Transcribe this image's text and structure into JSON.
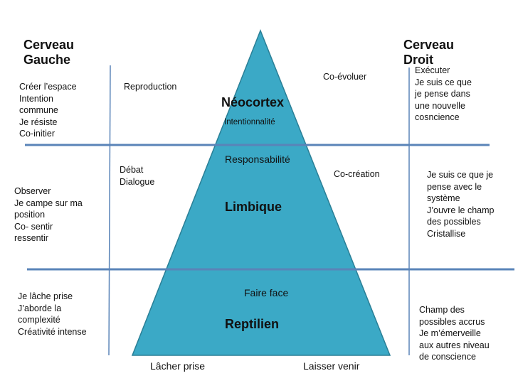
{
  "headings": {
    "left": "Cerveau\nGauche",
    "right": "Cerveau\nDroit"
  },
  "levels": {
    "neocortex": "Néocortex",
    "limbique": "Limbique",
    "reptilien": "Reptilien"
  },
  "inside": {
    "intentionnalite": "Intentionnalité",
    "responsabilite": "Responsabilité",
    "faire_face": "Faire face"
  },
  "bottom": {
    "lacher_prise": "Lâcher prise",
    "laisser_venir": "Laisser venir"
  },
  "left_column": {
    "top": "Créer l’espace\nIntention\ncommune\nJe résiste\nCo-initier",
    "middle": "Observer\nJe campe sur ma\nposition\nCo- sentir\nressentir",
    "bottom": "Je lâche prise\nJ’aborde la\ncomplexité\nCréativité intense"
  },
  "left_inner": {
    "top": "Reproduction",
    "middle": "Débat\nDialogue"
  },
  "right_inner": {
    "top": "Co-évoluer",
    "middle": "Co-création"
  },
  "right_column": {
    "top": "Exécuter\nJe suis ce que\nje pense dans\nune nouvelle\ncosncience",
    "middle": "Je suis ce que je\npense avec le\nsystème\nJ’ouvre le champ\ndes possibles\nCristallise",
    "bottom": "Champ des\npossibles accrus\nJe m’émerveille\naux autres niveau\nde conscience"
  },
  "colors": {
    "pyramid_fill": "#3ba9c6",
    "pyramid_stroke": "#2a7f96",
    "divider": "#5a84b8",
    "text": "#111111"
  }
}
